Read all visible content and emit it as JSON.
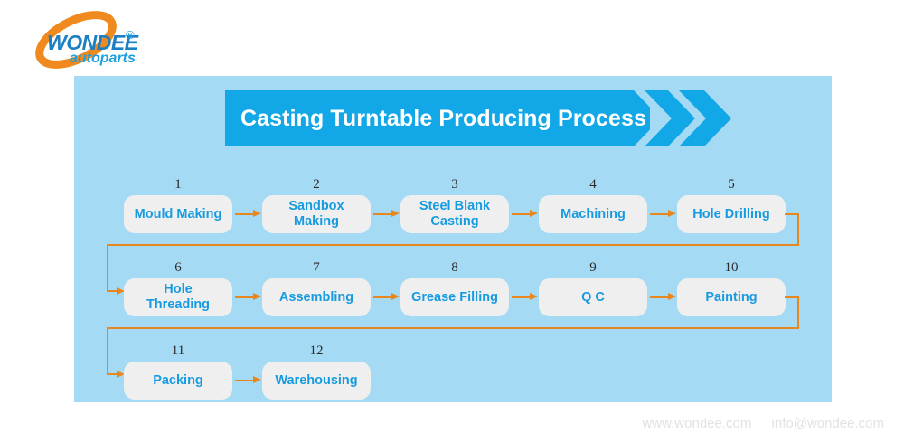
{
  "brand": {
    "name": "WONDEE",
    "tagline": "autoparts",
    "trademark": "®",
    "ring_color": "#F08A1E",
    "text_color": "#1C7FC4"
  },
  "banner": {
    "title": "Casting Turntable Producing Process",
    "fill_color": "#12A8E8",
    "text_color": "#FFFFFF",
    "arrow_icon": "chevron-right-icon"
  },
  "panel": {
    "background_color": "#A5DAF4"
  },
  "theme": {
    "box_fill": "#EFEFEF",
    "box_text": "#179BE0",
    "connector_color": "#E8871E",
    "number_color": "#2B2B2B"
  },
  "flow": {
    "rows": [
      {
        "steps": [
          {
            "number": "1",
            "label": "Mould Making"
          },
          {
            "number": "2",
            "label": "Sandbox\nMaking"
          },
          {
            "number": "3",
            "label": "Steel Blank\nCasting"
          },
          {
            "number": "4",
            "label": "Machining"
          },
          {
            "number": "5",
            "label": "Hole Drilling"
          }
        ]
      },
      {
        "steps": [
          {
            "number": "6",
            "label": "Hole\nThreading"
          },
          {
            "number": "7",
            "label": "Assembling"
          },
          {
            "number": "8",
            "label": "Grease Filling"
          },
          {
            "number": "9",
            "label": "Q C"
          },
          {
            "number": "10",
            "label": "Painting"
          }
        ]
      },
      {
        "steps": [
          {
            "number": "11",
            "label": "Packing"
          },
          {
            "number": "12",
            "label": "Warehousing"
          }
        ]
      }
    ]
  },
  "footer": {
    "website": "www.wondee.com",
    "email": "info@wondee.com"
  }
}
